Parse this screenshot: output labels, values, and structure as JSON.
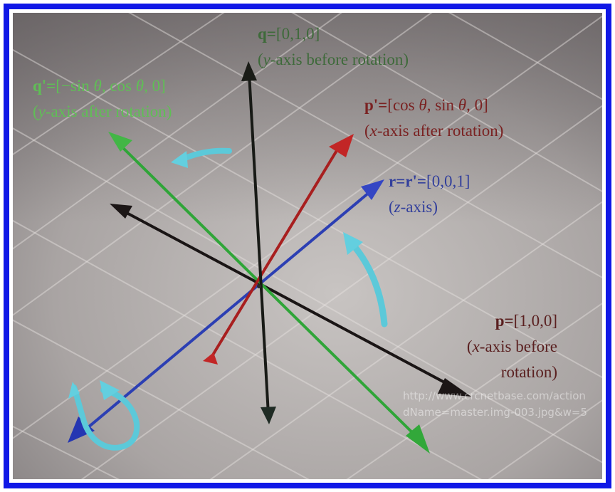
{
  "colors": {
    "border": "#1018e6",
    "x_axis_before": "#1a1515",
    "y_axis_before": "#181a16",
    "x_axis_after": "#a81f1f",
    "y_axis_after": "#2fa538",
    "z_axis": "#2c3fb3",
    "rotation_arrow": "#5cc9d9",
    "label_q": "#3e6a3a",
    "label_q_prime": "#5fbf55",
    "label_p_prime": "#7a2222",
    "label_r": "#323f9c",
    "label_p": "#5a2020"
  },
  "labels": {
    "q": {
      "eq_prefix": "q=",
      "eq_value": "[0,1,0]",
      "desc_open": "(",
      "desc_var": "y",
      "desc_rest": "-axis before rotation)"
    },
    "q_prime": {
      "eq_prefix": "q'=",
      "eq_v1": "[−sin ",
      "eq_theta1": "θ",
      "eq_v2": ", cos ",
      "eq_theta2": "θ",
      "eq_v3": ", 0]",
      "desc_open": "(",
      "desc_var": "y",
      "desc_rest": "-axis after rotation)"
    },
    "p_prime": {
      "eq_prefix": "p'=",
      "eq_v1": "[cos ",
      "eq_theta1": "θ",
      "eq_v2": ", sin ",
      "eq_theta2": "θ",
      "eq_v3": ", 0]",
      "desc_open": "(",
      "desc_var": "x",
      "desc_rest": "-axis after rotation)"
    },
    "r": {
      "eq_prefix": "r=r'=",
      "eq_value": "[0,0,1]",
      "desc_open": "(",
      "desc_var": "z",
      "desc_rest": "-axis)"
    },
    "p": {
      "eq_prefix": "p=",
      "eq_value": "[1,0,0]",
      "desc_open": "(",
      "desc_var": "x",
      "desc_rest": "-axis before",
      "desc_line2": "rotation)"
    }
  },
  "watermark": {
    "line1": "http://www.crcnetbase.com/action",
    "line2": "dName=master.img-003.jpg&w=5"
  }
}
